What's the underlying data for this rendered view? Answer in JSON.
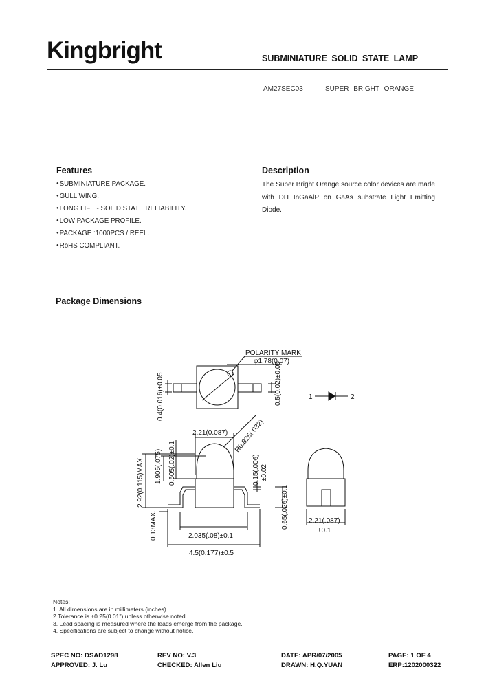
{
  "header": {
    "brand": "Kingbright",
    "title": "SUBMINIATURE SOLID STATE LAMP"
  },
  "part": {
    "number": "AM27SEC03",
    "description": "SUPER BRIGHT ORANGE"
  },
  "features": {
    "heading": "Features",
    "items": [
      "SUBMINIATURE PACKAGE.",
      "GULL WING.",
      "LONG LIFE - SOLID STATE RELIABILITY.",
      "LOW PACKAGE PROFILE.",
      "PACKAGE :1000PCS / REEL.",
      "RoHS COMPLIANT."
    ]
  },
  "description": {
    "heading": "Description",
    "text": "The Super Bright Orange source color devices are made with DH InGaAlP on GaAs substrate Light Emitting Diode."
  },
  "package": {
    "heading": "Package Dimensions",
    "labels": {
      "polarity": "POLARITY MARK",
      "dome_dia": "φ1.78(0.07)",
      "lead_w": "0.4(0.016)±0.05",
      "lead_t": "0.5(0.02)±0.05",
      "pin1": "1",
      "pin2": "2",
      "width": "2.21(0.087)",
      "radius": "R0.825(.032)",
      "height_max": "2.92(0.115)MAX.",
      "dome_h": "1.905(.075)",
      "body_h": "0.505(.02)±0.1",
      "lead_gap": "0.15(.006)",
      "lead_gap_tol": "±0.02",
      "standoff": "0.13MAX.",
      "lead_pitch": "2.035(.08)±0.1",
      "overall": "4.5(0.177)±0.5",
      "lead_h": "0.65(.026)±0.1",
      "side_width": "2.21(.087)",
      "side_width_tol": "±0.1"
    }
  },
  "notes": {
    "title": "Notes:",
    "items": [
      "1. All dimensions are in millimeters (inches).",
      "2.Tolerance is ±0.25(0.01\") unless otherwise noted.",
      "3. Lead spacing is measured where the leads emerge from the package.",
      "4. Specifications are subject to change without notice."
    ]
  },
  "footer": {
    "spec_no": "SPEC NO: DSAD1298",
    "rev_no": "REV NO: V.3",
    "date": "DATE:  APR/07/2005",
    "page": "PAGE: 1 OF 4",
    "approved": "APPROVED: J. Lu",
    "checked": "CHECKED: Allen Liu",
    "drawn": "DRAWN: H.Q.YUAN",
    "erp": "ERP:1202000322"
  }
}
